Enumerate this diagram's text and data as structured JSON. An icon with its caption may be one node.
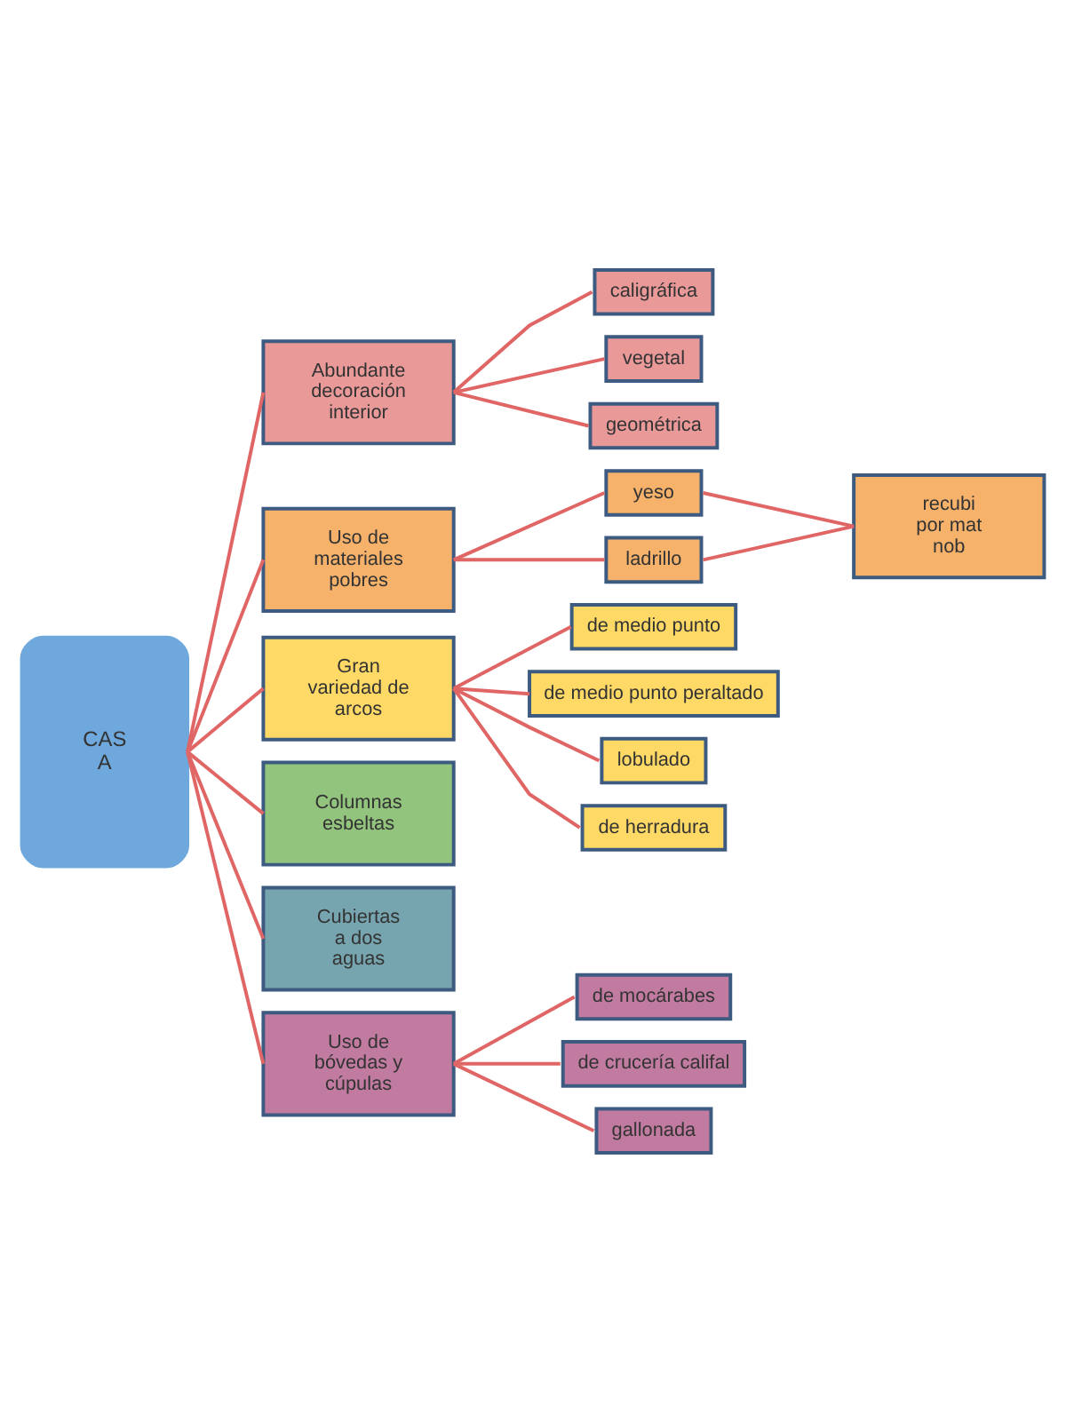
{
  "diagram": {
    "nodes": [
      {
        "text": [
          "CAS A"
        ]
      },
      {
        "text": [
          "Abundante decoración interior"
        ]
      },
      {
        "text": [
          "caligráfica"
        ]
      },
      {
        "text": [
          "vegetal"
        ]
      },
      {
        "text": [
          "geométrica"
        ]
      },
      {
        "text": [
          "Uso de materiales pobres"
        ]
      },
      {
        "text": [
          "yeso"
        ]
      },
      {
        "text": [
          "ladrillo"
        ]
      },
      {
        "text": [
          "recubi por mat nob"
        ]
      },
      {
        "text": [
          "Gran variedad de arcos"
        ]
      },
      {
        "text": [
          "de medio punto"
        ]
      },
      {
        "text": [
          "de medio punto peraltado"
        ]
      },
      {
        "text": [
          "lobulado"
        ]
      },
      {
        "text": [
          "de herradura"
        ]
      },
      {
        "text": [
          "Columnas esbeltas"
        ]
      },
      {
        "text": [
          "Cubiertas a dos aguas"
        ]
      },
      {
        "text": [
          "Uso de bóvedas y cúpulas"
        ]
      },
      {
        "text": [
          "de mocárabes"
        ]
      },
      {
        "text": [
          "de crucería califal"
        ]
      },
      {
        "text": [
          "gallonada"
        ]
      }
    ],
    "edges": [
      {
        "from": 0,
        "to": 1,
        "arrow": "none"
      },
      {
        "from": 0,
        "to": 5,
        "arrow": "none"
      },
      {
        "from": 0,
        "to": 9,
        "arrow": "none"
      },
      {
        "from": 0,
        "to": 14,
        "arrow": "none"
      },
      {
        "from": 0,
        "to": 15,
        "arrow": "none"
      },
      {
        "from": 0,
        "to": 16,
        "arrow": "none"
      },
      {
        "from": 1,
        "to": 2,
        "arrow": "none"
      },
      {
        "from": 1,
        "to": 3,
        "arrow": "none"
      },
      {
        "from": 1,
        "to": 4,
        "arrow": "none"
      },
      {
        "from": 5,
        "to": 6,
        "arrow": "none"
      },
      {
        "from": 5,
        "to": 7,
        "arrow": "none"
      },
      {
        "from": 6,
        "to": 8,
        "arrow": "none"
      },
      {
        "from": 7,
        "to": 8,
        "arrow": "none"
      },
      {
        "from": 9,
        "to": 10,
        "arrow": "none"
      },
      {
        "from": 9,
        "to": 11,
        "arrow": "none"
      },
      {
        "from": 9,
        "to": 12,
        "arrow": "none"
      },
      {
        "from": 9,
        "to": 13,
        "arrow": "none"
      },
      {
        "from": 16,
        "to": 17,
        "arrow": "none"
      },
      {
        "from": 16,
        "to": 18,
        "arrow": "none"
      },
      {
        "from": 16,
        "to": 19,
        "arrow": "none"
      }
    ]
  }
}
